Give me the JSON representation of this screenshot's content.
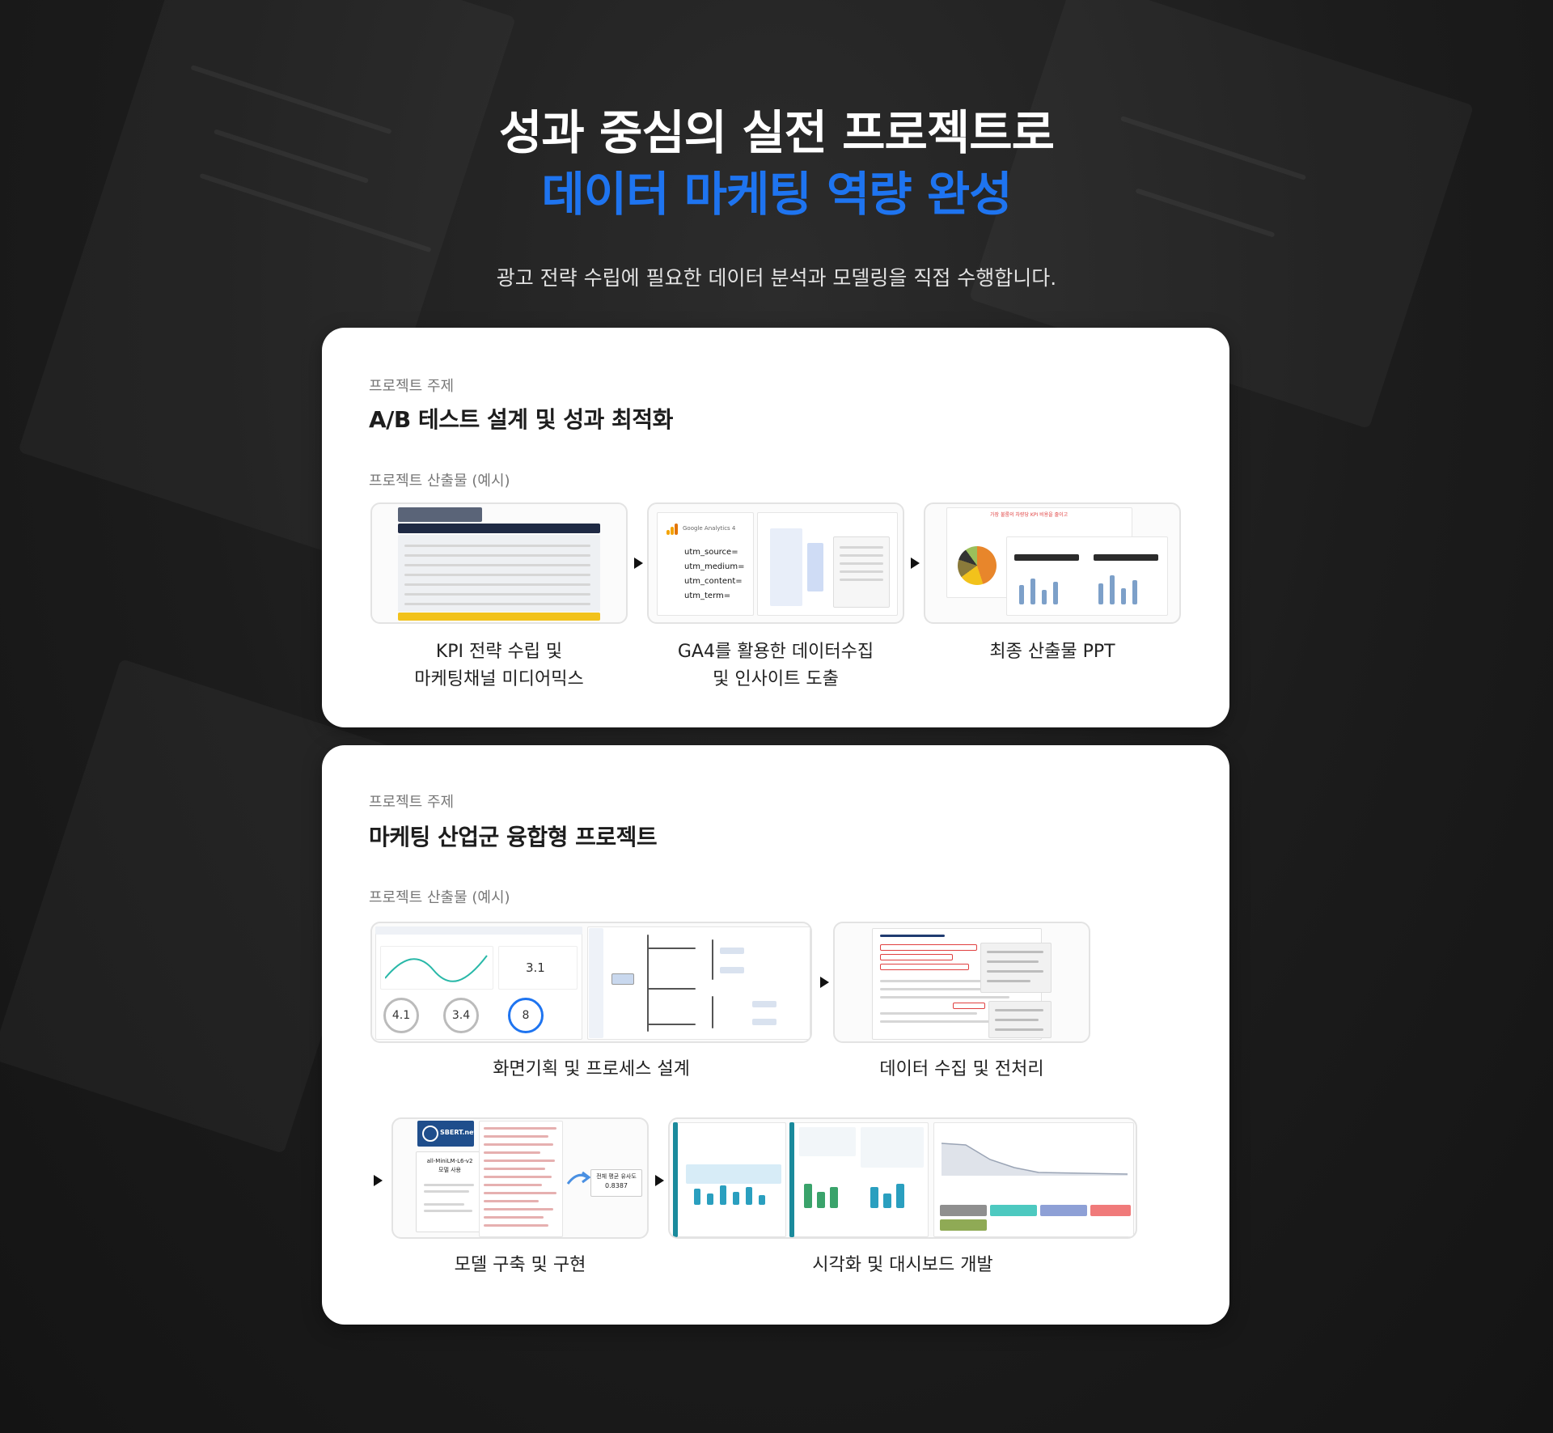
{
  "hero": {
    "title_line1": "성과 중심의 실전 프로젝트로",
    "title_line2": "데이터 마케팅 역량 완성",
    "subtitle": "광고 전략 수립에 필요한 데이터 분석과 모델링을 직접 수행합니다."
  },
  "colors": {
    "accent": "#1e74f0",
    "background": "#1c1c1c",
    "card": "#ffffff"
  },
  "project1": {
    "topic_label": "프로젝트 주제",
    "title": "A/B 테스트 설계 및 성과 최적화",
    "deliverables_label": "프로젝트 산출물 (예시)",
    "deliverables": [
      {
        "line1": "KPI 전략 수립 및",
        "line2": "마케팅채널 미디어믹스"
      },
      {
        "line1": "GA4를 활용한 데이터수집",
        "line2": "및 인사이트 도출"
      },
      {
        "line1": "최종 산출물 PPT",
        "line2": ""
      }
    ],
    "ga4_params": [
      "utm_source=",
      "utm_medium=",
      "utm_content=",
      "utm_term="
    ],
    "ga4_logo_text": "Google Analytics 4",
    "ppt_title": "가장 불룸의 차량당 KPI 비용을 줄이고"
  },
  "project2": {
    "topic_label": "프로젝트 주제",
    "title": "마케팅 산업군 융합형 프로젝트",
    "deliverables_label": "프로젝트 산출물 (예시)",
    "deliverables": [
      {
        "line1": "화면기획 및 프로세스 설계"
      },
      {
        "line1": "데이터 수집 및 전처리"
      },
      {
        "line1": "모델 구축 및 구현"
      },
      {
        "line1": "시각화 및 대시보드 개발"
      }
    ],
    "dashboard_metrics": [
      "4.1",
      "3.4",
      "8"
    ],
    "dashboard_kpi": "3.1",
    "sbert_logo": "SBERT.net",
    "model_name": "all-MiniLM-L6-v2",
    "model_label": "모델 사용",
    "similarity_label": "전체 평균 유사도",
    "similarity_value": "0.8387"
  }
}
